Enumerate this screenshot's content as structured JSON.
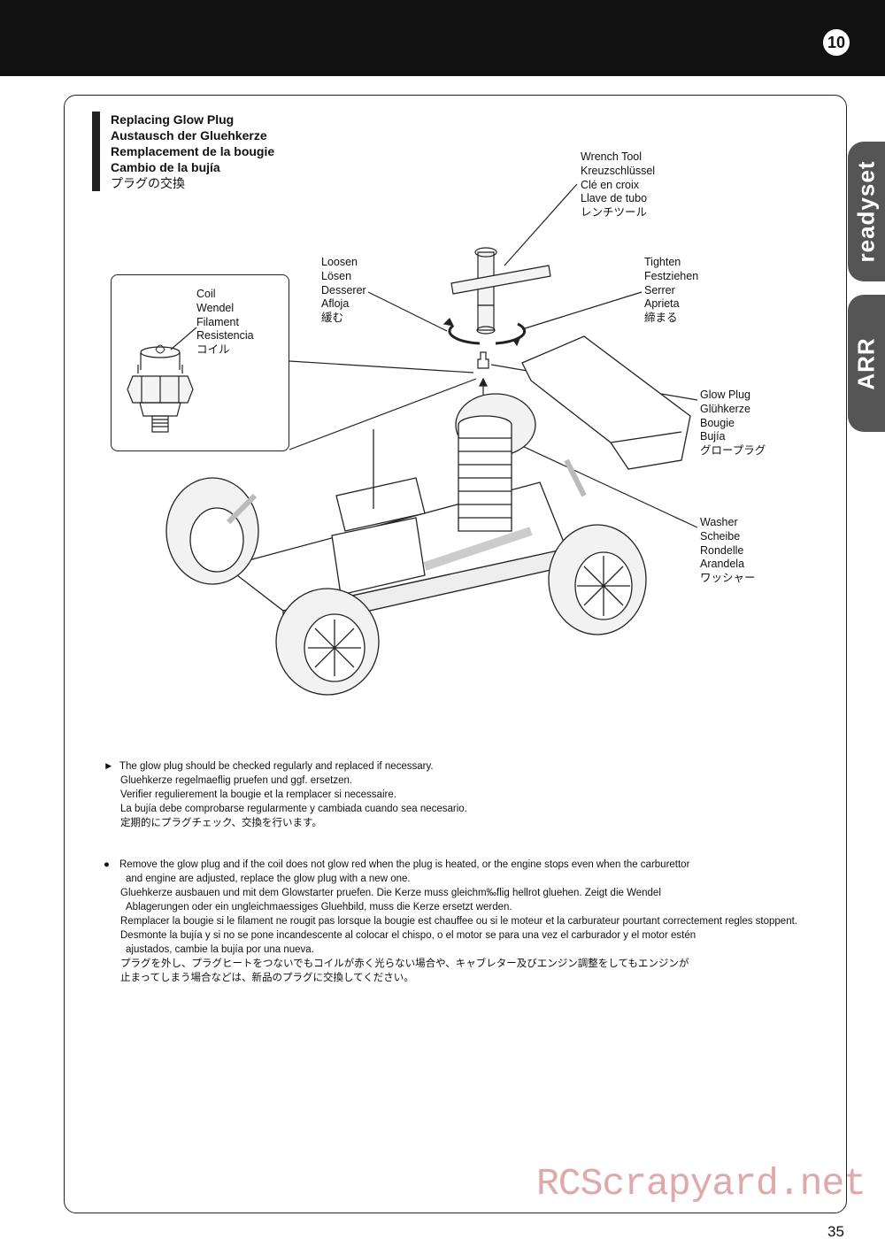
{
  "header": {
    "step_number": "10"
  },
  "side_tabs": {
    "readyset": "readyset",
    "arr": "ARR"
  },
  "heading": {
    "lines": [
      "Replacing Glow Plug",
      "Austausch der Gluehkerze",
      "Remplacement de la bougie",
      "Cambio de la bujía"
    ],
    "jp": "プラグの交換"
  },
  "labels": {
    "coil": [
      "Coil",
      "Wendel",
      "Filament",
      "Resistencia",
      "コイル"
    ],
    "wrench": [
      "Wrench Tool",
      "Kreuzschlüssel",
      "Clé en croix",
      "Llave de tubo",
      "レンチツール"
    ],
    "loosen": [
      "Loosen",
      "Lösen",
      "Desserer",
      "Afloja",
      "緩む"
    ],
    "tighten": [
      "Tighten",
      "Festziehen",
      "Serrer",
      "Aprieta",
      "締まる"
    ],
    "glow_plug": [
      "Glow Plug",
      "Glühkerze",
      "Bougie",
      "Bujía",
      "グロープラグ"
    ],
    "washer": [
      "Washer",
      "Scheibe",
      "Rondelle",
      "Arandela",
      "ワッシャー"
    ]
  },
  "notes": {
    "check": {
      "first": "The glow plug should be checked regularly and replaced if necessary.",
      "rest": [
        "Gluehkerze regelmaeflig pruefen und ggf. ersetzen.",
        "Verifier regulierement la bougie et la remplacer si necessaire.",
        "La bujía debe comprobarse regularmente y cambiada cuando sea necesario.",
        "定期的にプラグチェック、交換を行います。"
      ]
    },
    "remove": {
      "first": "Remove the glow plug and if the coil does not glow red when the plug is heated, or the engine stops even when the carburettor",
      "lines": [
        {
          "text": "and engine are adjusted, replace the glow plug with a new one.",
          "indent": 2
        },
        {
          "text": "Gluehkerze ausbauen und mit dem Glowstarter pruefen. Die Kerze muss gleichm‰flig hellrot gluehen. Zeigt die Wendel",
          "indent": 1
        },
        {
          "text": "Ablagerungen oder ein ungleichmaessiges Gluehbild, muss die Kerze ersetzt werden.",
          "indent": 2
        },
        {
          "text": "Remplacer la bougie si le filament ne rougit pas lorsque la bougie est chauffee ou si le moteur et la carburateur pourtant correctement regles stoppent.",
          "indent": 1
        },
        {
          "text": "Desmonte la bujía y si no se pone incandescente al colocar el chispo, o el motor se para una vez el carburador y el motor estén",
          "indent": 1
        },
        {
          "text": "ajustados, cambie la bujía por una nueva.",
          "indent": 2
        },
        {
          "text": "プラグを外し、プラグヒートをつないでもコイルが赤く光らない場合や、キャブレター及びエンジン調整をしてもエンジンが",
          "indent": 1
        },
        {
          "text": "止まってしまう場合などは、新品のプラグに交換してください。",
          "indent": 1
        }
      ]
    }
  },
  "watermark": "RCScrapyard.net",
  "page_number": "35"
}
